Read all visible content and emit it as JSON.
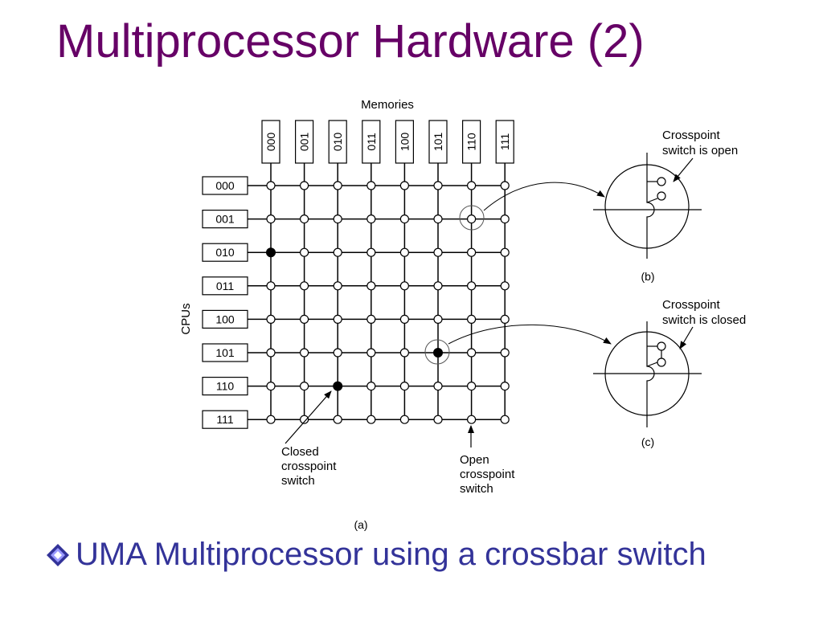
{
  "slide": {
    "title": "Multiprocessor Hardware (2)",
    "bullet": "UMA Multiprocessor using a crossbar switch",
    "bullet_icon": "diamond-bullet-icon",
    "title_color": "#660066",
    "bullet_color": "#333399"
  },
  "diagram": {
    "memories_label": "Memories",
    "cpus_label": "CPUs",
    "memories": [
      "000",
      "001",
      "010",
      "011",
      "100",
      "101",
      "110",
      "111"
    ],
    "cpus": [
      "000",
      "001",
      "010",
      "011",
      "100",
      "101",
      "110",
      "111"
    ],
    "closed_switches": [
      {
        "cpu": "010",
        "memory": "000"
      },
      {
        "cpu": "101",
        "memory": "101"
      },
      {
        "cpu": "110",
        "memory": "010"
      }
    ],
    "closed_label": [
      "Closed",
      "crosspoint",
      "switch"
    ],
    "open_label": [
      "Open",
      "crosspoint",
      "switch"
    ],
    "caption_a": "(a)",
    "caption_b": "(b)",
    "caption_c": "(c)",
    "detail_open_label": [
      "Crosspoint",
      "switch is open"
    ],
    "detail_closed_label": [
      "Crosspoint",
      "switch is closed"
    ]
  }
}
